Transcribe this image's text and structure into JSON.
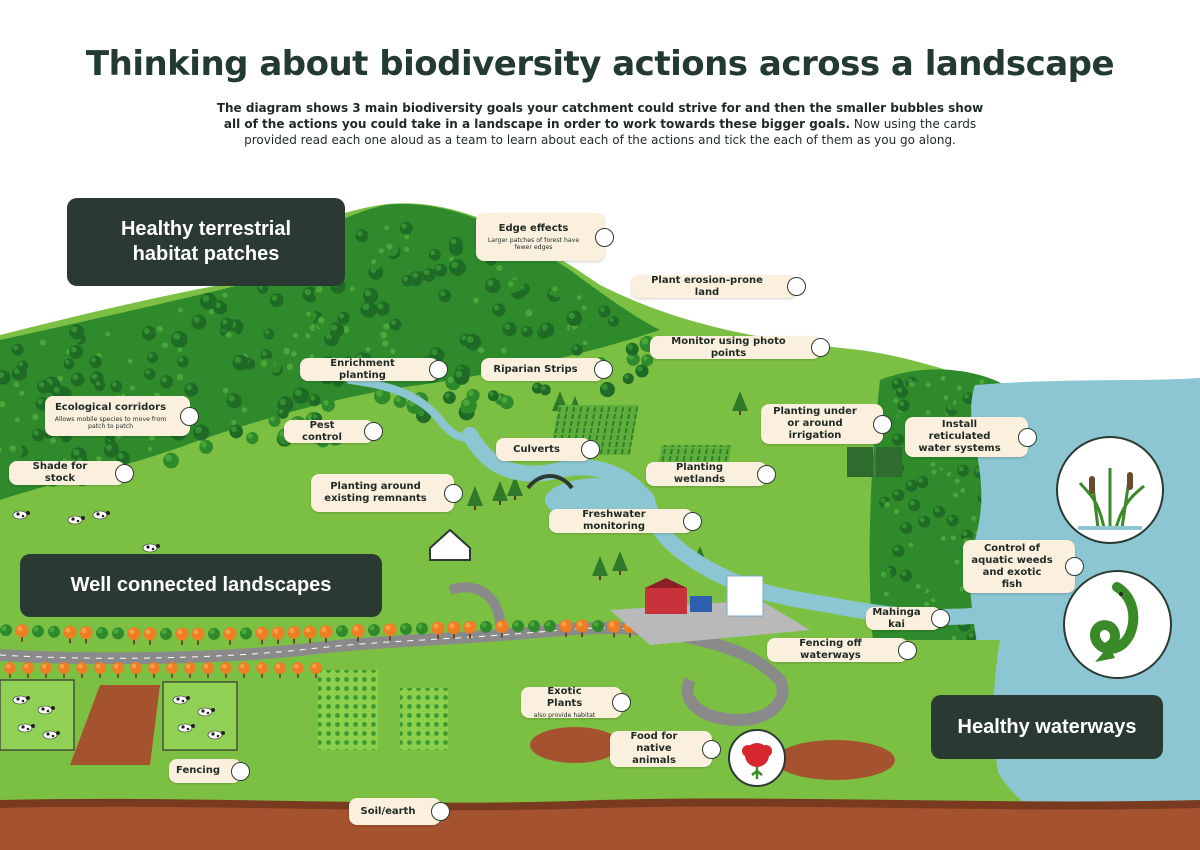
{
  "title": "Thinking about biodiversity actions across a landscape",
  "intro": {
    "bold": "The diagram shows 3 main biodiversity goals your catchment could strive for and then the smaller bubbles show all of the actions you could take in a landscape in order to work towards these bigger goals.",
    "normal": " Now using the cards provided read each one aloud as a team to learn about each of the actions and tick the each of them as you go along."
  },
  "goals": {
    "terrestrial": "Healthy terrestrial habitat patches",
    "connected": "Well connected landscapes",
    "waterways": "Healthy waterways"
  },
  "actions": {
    "edge_effects": {
      "label": "Edge effects",
      "sub": "Larger patches of forest have fewer edges"
    },
    "plant_erosion": {
      "label": "Plant erosion-prone land"
    },
    "monitor_photo": {
      "label": "Monitor using photo points"
    },
    "enrichment": {
      "label": "Enrichment planting"
    },
    "riparian": {
      "label": "Riparian Strips"
    },
    "ecological_corridors": {
      "label": "Ecological corridors",
      "sub": "Allows mobile species to move from patch to patch"
    },
    "pest_control": {
      "label": "Pest control"
    },
    "planting_irrigation": {
      "label": "Planting under or around irrigation"
    },
    "reticulated": {
      "label": "Install reticulated water systems"
    },
    "culverts": {
      "label": "Culverts"
    },
    "shade_stock": {
      "label": "Shade for stock"
    },
    "planting_wetlands": {
      "label": "Planting wetlands"
    },
    "planting_remnants": {
      "label": "Planting around existing remnants"
    },
    "freshwater_monitoring": {
      "label": "Freshwater monitoring"
    },
    "aquatic_weeds": {
      "label": "Control of aquatic weeds and exotic fish"
    },
    "mahinga_kai": {
      "label": "Mahinga kai"
    },
    "fencing_waterways": {
      "label": "Fencing off waterways"
    },
    "exotic_plants": {
      "label": "Exotic Plants",
      "sub": "also provide habitat"
    },
    "food_native": {
      "label": "Food for native animals"
    },
    "fencing": {
      "label": "Fencing"
    },
    "soil": {
      "label": "Soil/earth"
    }
  },
  "colors": {
    "goal_box": "#2a3a33",
    "pill": "#fbf0dd",
    "grass": "#7cc043",
    "forest": "#2f8a2c",
    "water": "#8cc6d2",
    "soil": "#a5522f",
    "road": "#8a8a8a",
    "orange_trees": "#ef7d24"
  }
}
